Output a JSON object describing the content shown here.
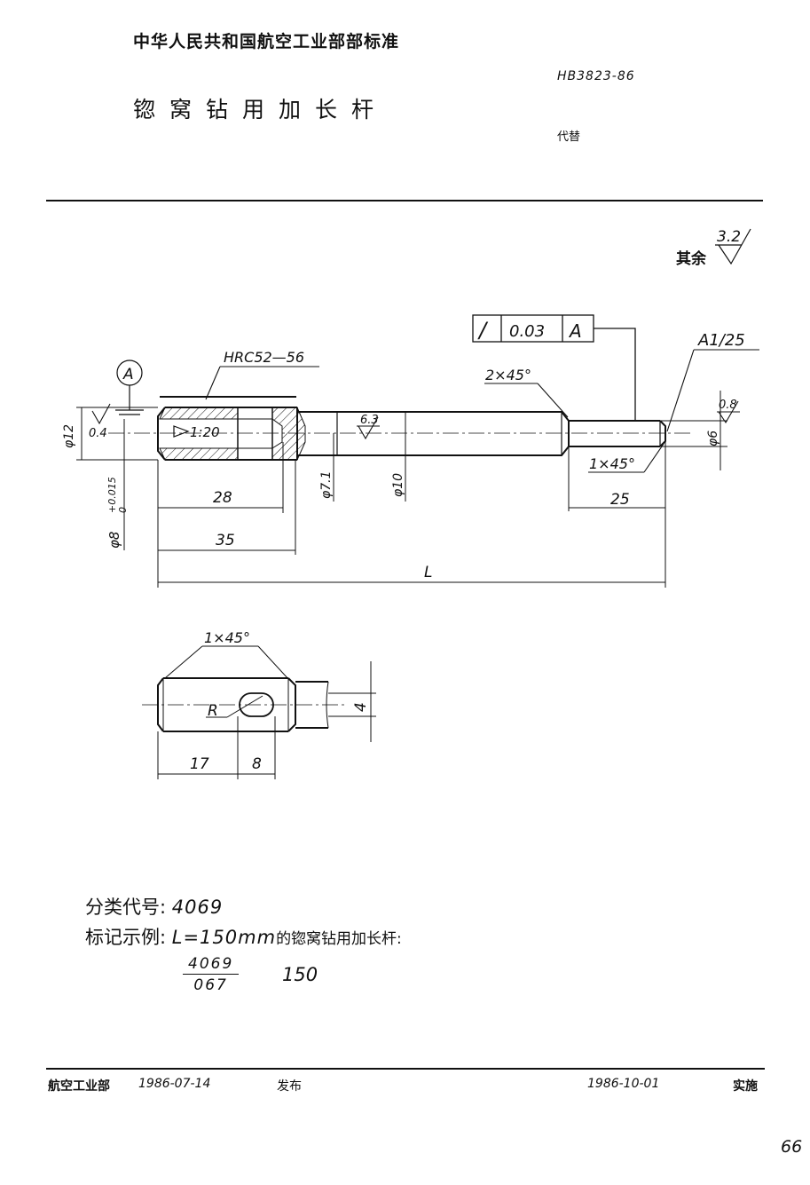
{
  "header": {
    "org_standard": "中华人民共和国航空工业部部标准",
    "title": "锪窝钻用加长杆",
    "standard_code": "HB3823-86",
    "replaces_label": "代替"
  },
  "surface_note": {
    "label": "其余",
    "value": "3.2"
  },
  "drawing": {
    "datum": "A",
    "tolerance_symbol": "/",
    "tolerance_value": "0.03",
    "tolerance_datum": "A",
    "hardness": "HRC52—56",
    "center_hole": "A1/25",
    "chamfer_a": "2×45°",
    "chamfer_b": "1×45°",
    "chamfer_c": "1×45°",
    "dia_12": "φ12",
    "rough_04": "0.4",
    "taper": "1:20",
    "rough_63": "6.3",
    "dia_8": "φ8",
    "dia_8_tol": "+0.015",
    "dia_8_tol_low": "0",
    "dia_71": "φ7.1",
    "dia_10": "φ10",
    "dia_6": "φ6",
    "rough_08": "0.8",
    "dim_28": "28",
    "dim_35": "35",
    "dim_25": "25",
    "dim_L": "L",
    "slot_R": "R",
    "dim_17": "17",
    "dim_8": "8",
    "dim_4": "4"
  },
  "notes": {
    "class_label": "分类代号:",
    "class_code": "4069",
    "example_label": "标记示例:",
    "example_formula": "L=150mm",
    "example_text": "的锪窝钻用加长杆:",
    "frac_num": "4069",
    "frac_den": "067",
    "frac_value": "150"
  },
  "footer": {
    "issuer": "航空工业部",
    "issue_date": "1986-07-14",
    "issue_label": "发布",
    "effective_date": "1986-10-01",
    "effective_label": "实施"
  },
  "page_number": "66"
}
